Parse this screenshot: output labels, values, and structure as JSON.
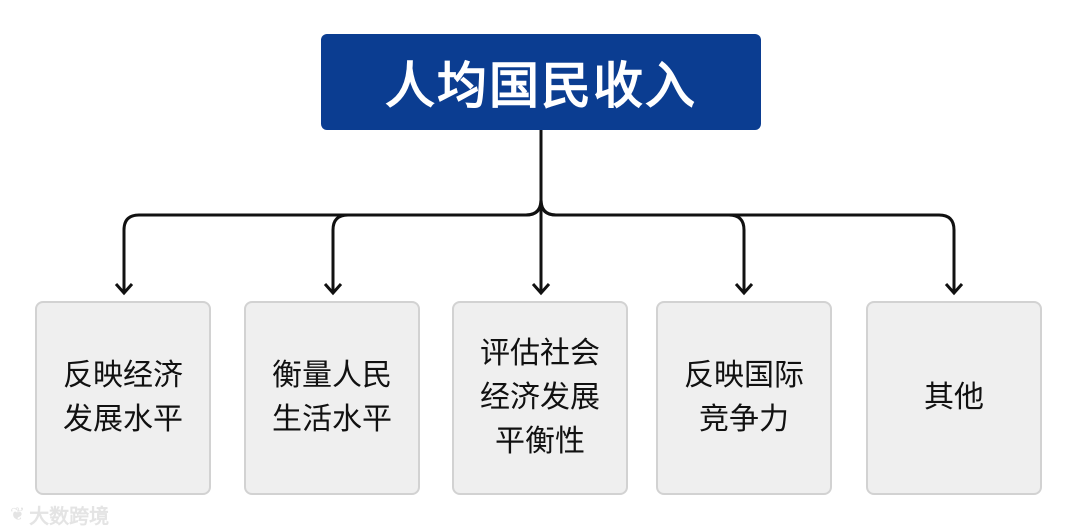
{
  "root": {
    "label": "人均国民收入"
  },
  "children": [
    {
      "label": "反映经济发展水平"
    },
    {
      "label": "衡量人民生活水平"
    },
    {
      "label": "评估社会经济发展平衡性"
    },
    {
      "label": "反映国际竞争力"
    },
    {
      "label": "其他"
    }
  ],
  "watermark": {
    "text": "大数跨境",
    "logo_icon": "leaf-logo-icon"
  },
  "colors": {
    "root_bg": "#0b3d91",
    "child_bg": "#efefef",
    "child_border": "#d2d2d2",
    "line": "#111111"
  }
}
